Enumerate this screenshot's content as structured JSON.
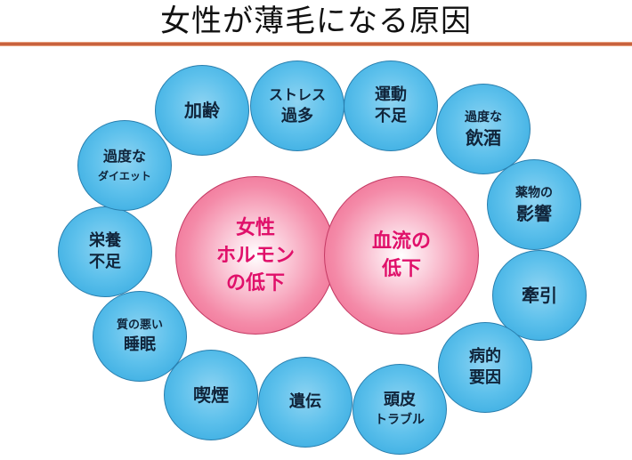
{
  "title": "女性が薄毛になる原因",
  "colors": {
    "rule": "#c8623e",
    "blue_fill": "#5ec1ec",
    "blue_text": "#10243a",
    "pink_fill": "#f48aa8",
    "pink_text": "#e0106a"
  },
  "center": [
    {
      "lines": [
        "女性",
        "ホルモン",
        "の低下"
      ]
    },
    {
      "lines": [
        "血流の",
        "低下"
      ]
    }
  ],
  "factors": [
    {
      "id": "aging",
      "lines": [
        "加齢"
      ]
    },
    {
      "id": "stress",
      "lines": [
        "ストレス",
        "過多"
      ]
    },
    {
      "id": "exercise",
      "lines": [
        "運動",
        "不足"
      ]
    },
    {
      "id": "drinking",
      "lines": [
        "過度な",
        "飲酒"
      ]
    },
    {
      "id": "medicine",
      "lines": [
        "薬物の",
        "影響"
      ]
    },
    {
      "id": "traction",
      "lines": [
        "牽引"
      ]
    },
    {
      "id": "disease",
      "lines": [
        "病的",
        "要因"
      ]
    },
    {
      "id": "scalp",
      "lines": [
        "頭皮",
        "トラブル"
      ]
    },
    {
      "id": "genetics",
      "lines": [
        "遺伝"
      ]
    },
    {
      "id": "smoking",
      "lines": [
        "喫煙"
      ]
    },
    {
      "id": "sleep",
      "lines": [
        "質の悪い",
        "睡眠"
      ]
    },
    {
      "id": "nutrition",
      "lines": [
        "栄養",
        "不足"
      ]
    },
    {
      "id": "diet",
      "lines": [
        "過度な",
        "ダイエット"
      ]
    }
  ]
}
